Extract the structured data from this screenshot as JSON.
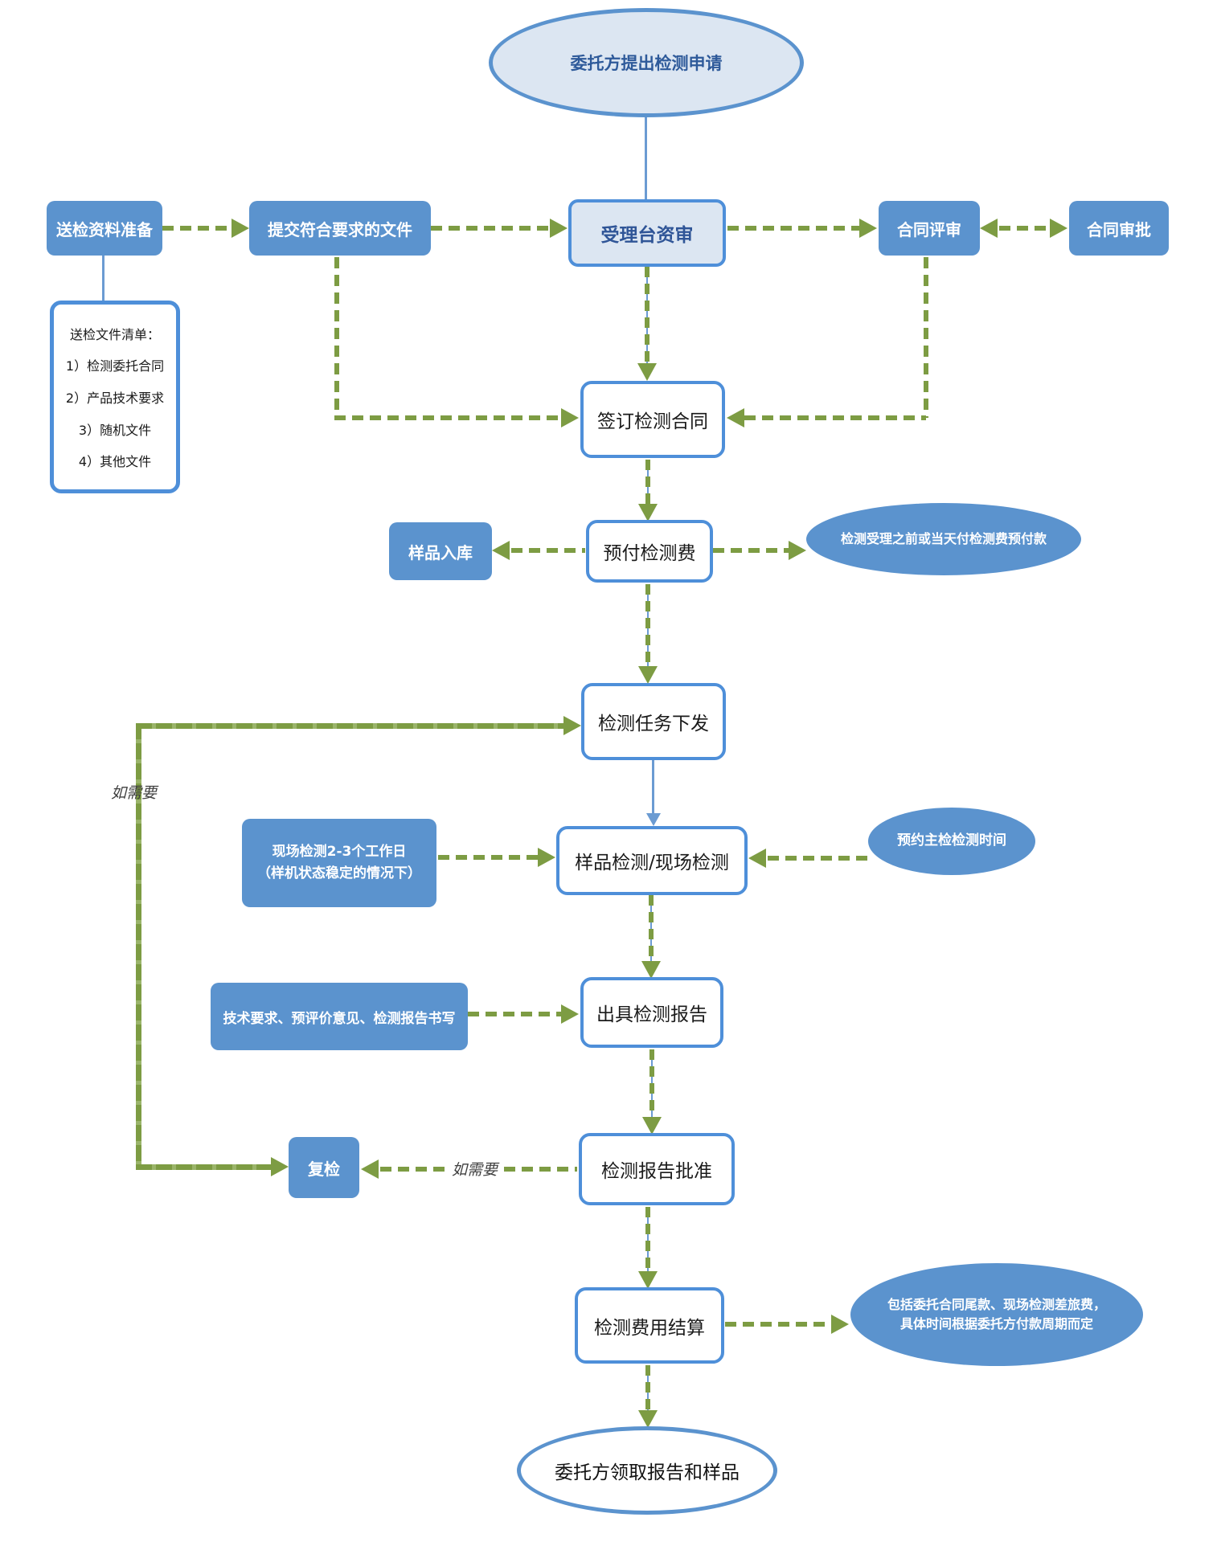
{
  "diagram": {
    "colors": {
      "node_blue": "#5b93ce",
      "node_light_fill": "#dce6f2",
      "node_border_blue": "#4e8fd9",
      "arrow_green": "#7d9c43",
      "line_blue": "#6b9bd2"
    },
    "nodes": {
      "start": {
        "label": "委托方提出检测申请"
      },
      "prepare": {
        "label": "送检资料准备"
      },
      "submit": {
        "label": "提交符合要求的文件"
      },
      "accept": {
        "label": "受理台资审"
      },
      "contract_review": {
        "label": "合同评审"
      },
      "contract_approval": {
        "label": "合同审批"
      },
      "doc_list": {
        "title": "送检文件清单：",
        "items": [
          "1）检测委托合同",
          "2）产品技术要求",
          "3）随机文件",
          "4）其他文件"
        ]
      },
      "sign": {
        "label": "签订检测合同"
      },
      "prepay": {
        "label": "预付检测费"
      },
      "sample_storage": {
        "label": "样品入库"
      },
      "prepay_note": {
        "label": "检测受理之前或当天付检测费预付款"
      },
      "dispatch": {
        "label": "检测任务下发"
      },
      "onsite_note": {
        "line1": "现场检测2-3个工作日",
        "line2": "（样机状态稳定的情况下）"
      },
      "test": {
        "label": "样品检测/现场检测"
      },
      "appointment_note": {
        "label": "预约主检检测时间"
      },
      "report_note": {
        "label": "技术要求、预评价意见、检测报告书写"
      },
      "report": {
        "label": "出具检测报告"
      },
      "recheck": {
        "label": "复检"
      },
      "report_approval": {
        "label": "检测报告批准"
      },
      "settlement": {
        "label": "检测费用结算"
      },
      "settlement_note": {
        "line1": "包括委托合同尾款、现场检测差旅费，",
        "line2": "具体时间根据委托方付款周期而定"
      },
      "end": {
        "label": "委托方领取报告和样品"
      }
    },
    "labels": {
      "if_needed_loop": "如需要",
      "if_needed_recheck": "如需要"
    }
  }
}
